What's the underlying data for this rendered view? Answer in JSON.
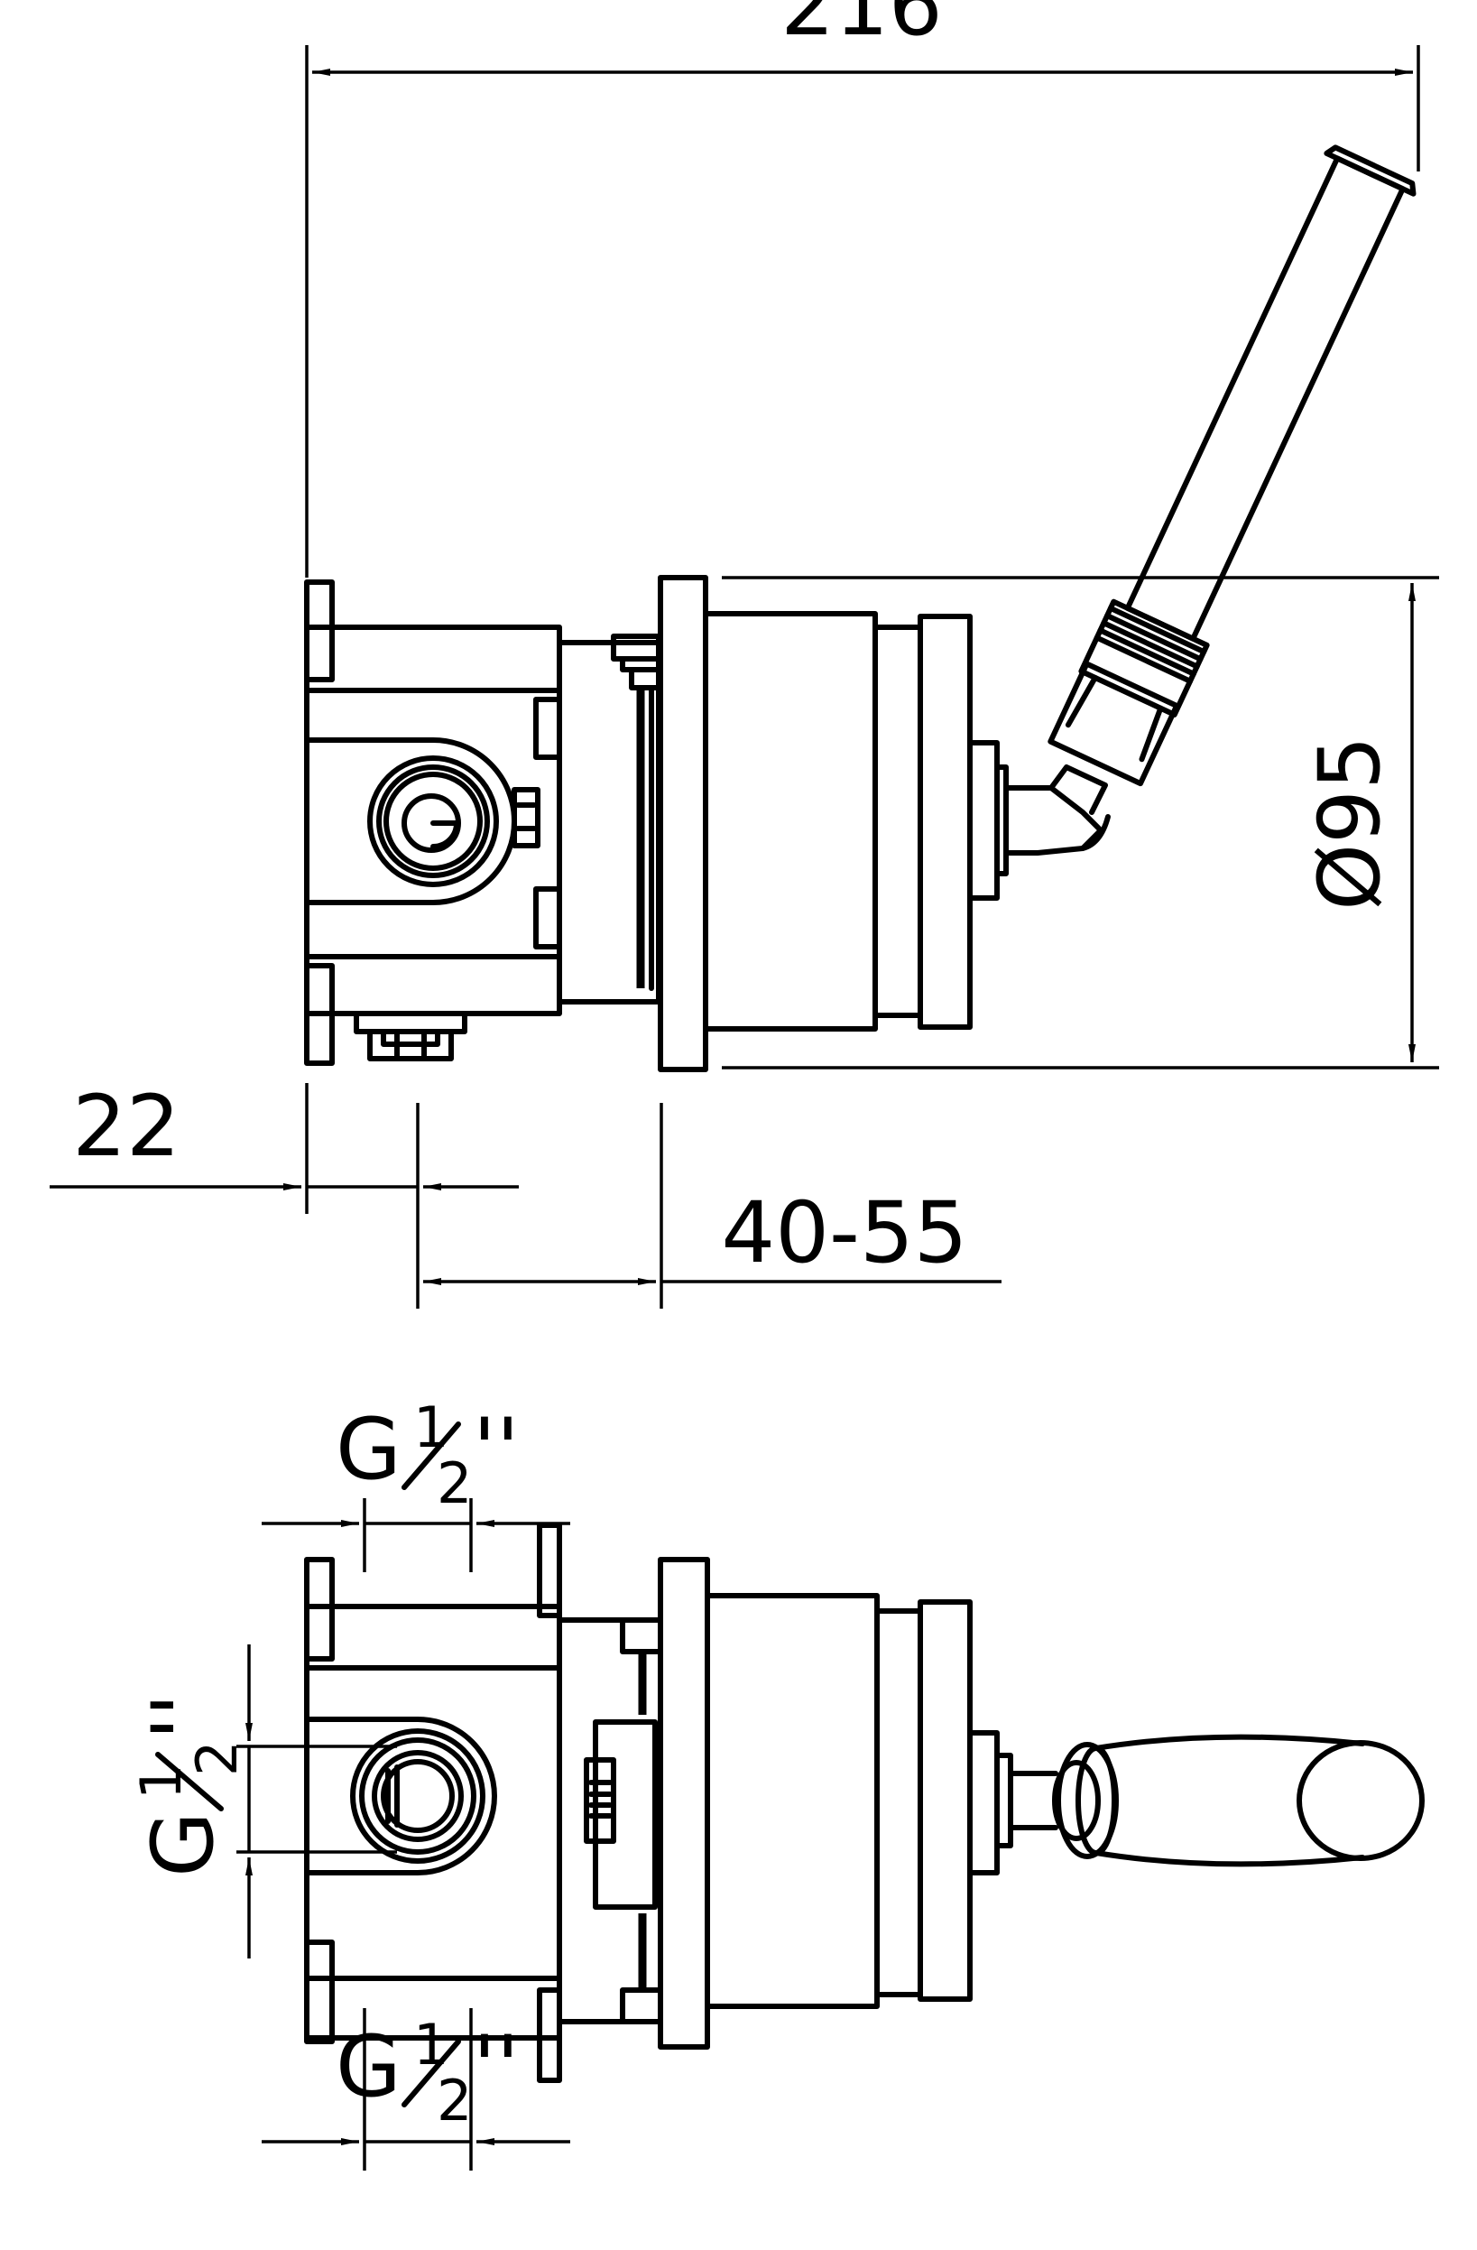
{
  "drawing": {
    "line_color": "#000000",
    "background": "#ffffff"
  },
  "dimensions": {
    "overall_length": "216",
    "diameter": "Ø95",
    "wall_offset": "22",
    "depth_range": "40-55"
  },
  "thread_labels": {
    "letter": "G",
    "numerator": "1",
    "denominator": "2",
    "inch_mark": "''"
  }
}
